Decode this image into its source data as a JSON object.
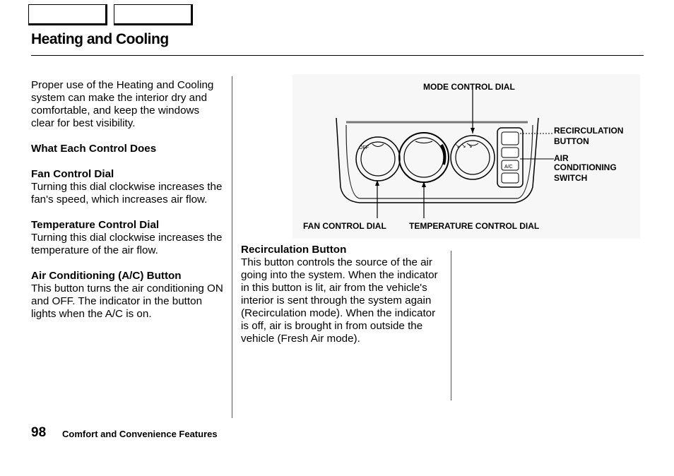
{
  "page": {
    "title": "Heating and Cooling",
    "page_number": "98",
    "section_name": "Comfort and Convenience Features"
  },
  "left_column": {
    "intro": "Proper use of the Heating and Cooling system can make the interior dry and comfortable, and keep the windows clear for best visibility.",
    "what_each_heading": "What Each Control Does",
    "fan_heading": "Fan Control Dial",
    "fan_text": "Turning this dial clockwise increases the fan's speed, which increases air flow.",
    "temp_heading": "Temperature Control Dial",
    "temp_text": "Turning this dial clockwise increases the temperature of the air flow.",
    "ac_heading": "Air Conditioning (A/C) Button",
    "ac_text": "This button turns the air conditioning ON and OFF. The indicator in the button lights when the A/C is on."
  },
  "middle_column": {
    "recirc_heading": "Recirculation Button",
    "recirc_text": "This button controls the source of the air going into the system. When the indicator in this button is lit, air from the vehicle's interior is sent through the system again (Recirculation mode). When the indicator is off, air is brought in from outside the vehicle (Fresh Air mode)."
  },
  "diagram": {
    "mode_control_label": "MODE CONTROL DIAL",
    "recirc_label_1": "RECIRCULATION",
    "recirc_label_2": "BUTTON",
    "ac_label_1": "AIR",
    "ac_label_2": "CONDITIONING",
    "ac_label_3": "SWITCH",
    "fan_label": "FAN CONTROL DIAL",
    "temp_label": "TEMPERATURE CONTROL DIAL",
    "ac_button_text": "A/C"
  }
}
